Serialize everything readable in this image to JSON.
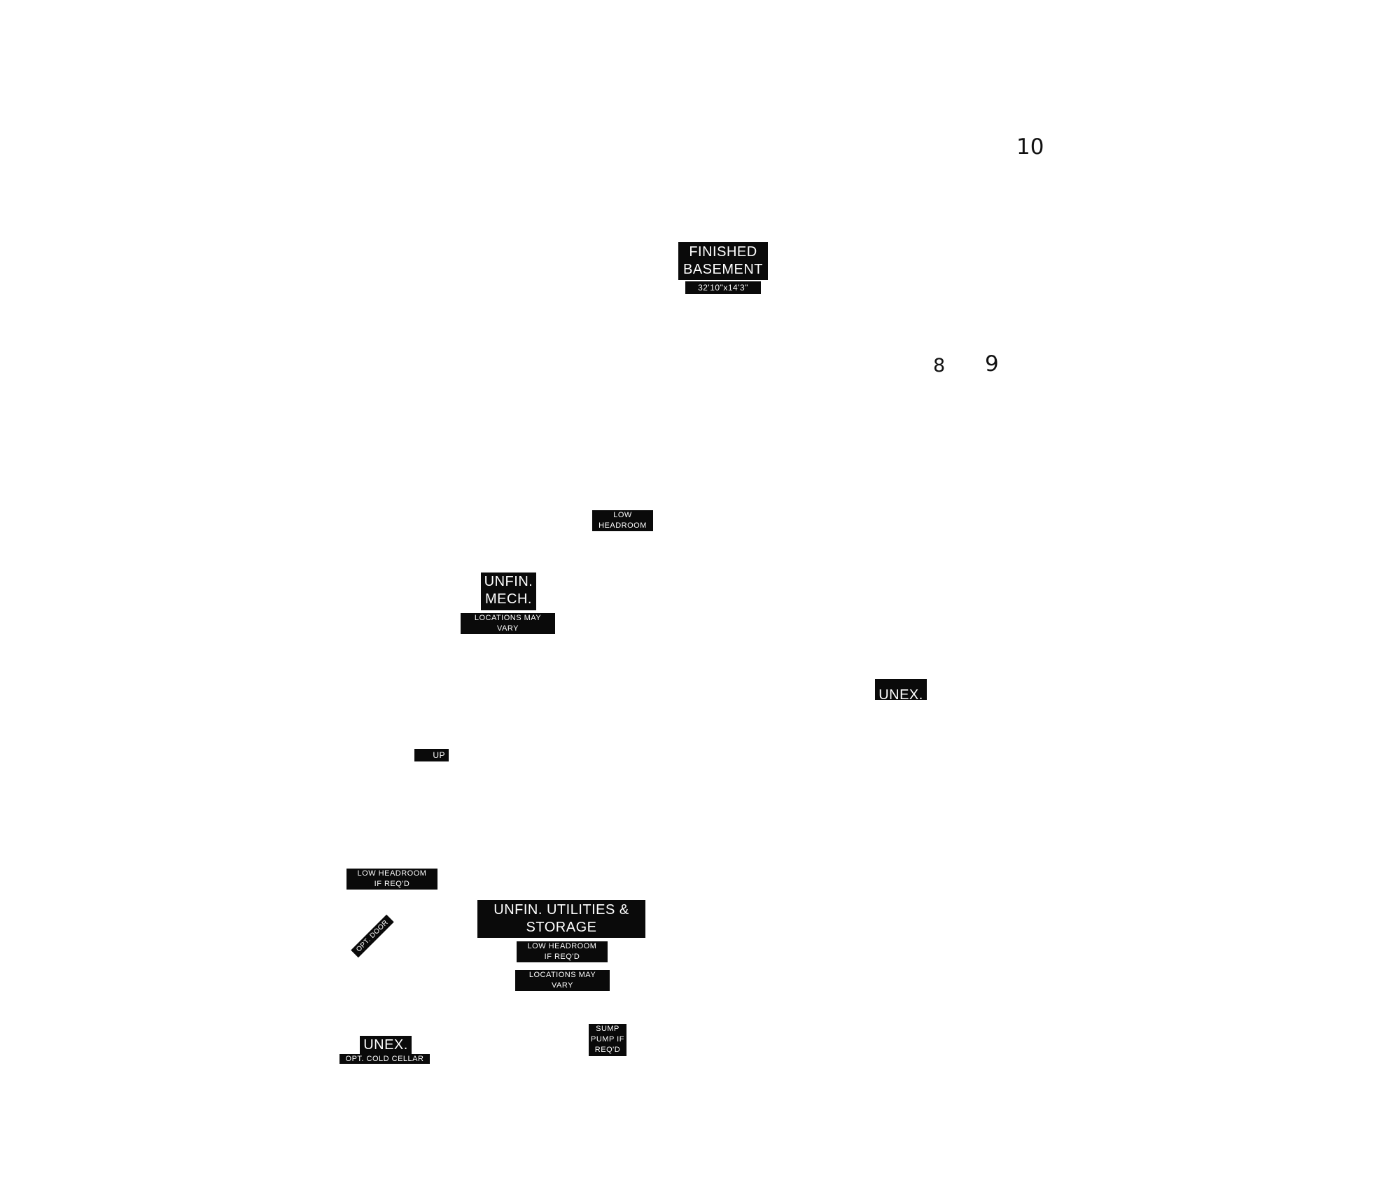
{
  "plan": {
    "rooms": {
      "finished_basement": {
        "name_line1": "FINISHED",
        "name_line2": "BASEMENT",
        "dimensions": "32'10\"x14'3\""
      },
      "unfin_mech": {
        "name_line1": "UNFIN.",
        "name_line2": "MECH.",
        "note_line1": "LOCATIONS MAY",
        "note_line2": "VARY"
      },
      "unfin_utilities": {
        "name_line1": "UNFIN. UTILITIES &",
        "name_line2": "STORAGE",
        "note1_line1": "LOW HEADROOM",
        "note1_line2": "IF REQ'D",
        "note2_line1": "LOCATIONS MAY",
        "note2_line2": "VARY"
      },
      "unex_right": {
        "name": "UNEX."
      },
      "unex_left": {
        "name": "UNEX.",
        "note": "OPT. COLD CELLAR"
      }
    },
    "notes": {
      "low_headroom_top_line1": "LOW",
      "low_headroom_top_line2": "HEADROOM",
      "low_headroom_left_line1": "LOW HEADROOM",
      "low_headroom_left_line2": "IF REQ'D",
      "up": "UP",
      "opt_door": "OPT. DOOR",
      "sump_line1": "SUMP",
      "sump_line2": "PUMP IF",
      "sump_line3": "REQ'D"
    },
    "window_numbers": {
      "n10": "10",
      "n8": "8",
      "n9": "9"
    }
  }
}
